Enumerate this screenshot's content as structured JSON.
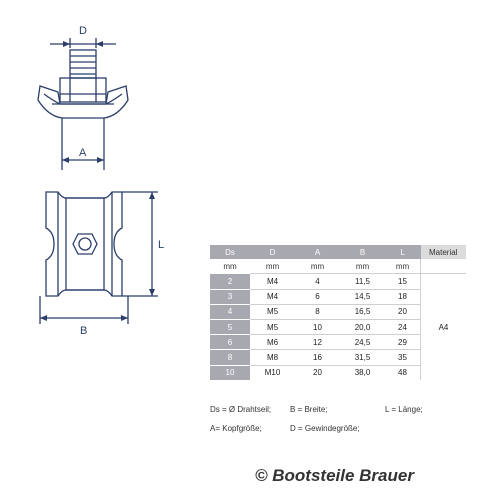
{
  "drawing": {
    "label_d": "D",
    "label_a": "A",
    "label_l": "L",
    "label_b": "B",
    "line_color": "#2b3e6b"
  },
  "table": {
    "headers": [
      "Ds",
      "D",
      "A",
      "B",
      "L",
      "Material"
    ],
    "units": [
      "mm",
      "mm",
      "mm",
      "mm",
      "mm"
    ],
    "rows": [
      [
        "2",
        "M4",
        "4",
        "11,5",
        "15"
      ],
      [
        "3",
        "M4",
        "6",
        "14,5",
        "18"
      ],
      [
        "4",
        "M5",
        "8",
        "16,5",
        "20"
      ],
      [
        "5",
        "M5",
        "10",
        "20,0",
        "24"
      ],
      [
        "6",
        "M6",
        "12",
        "24,5",
        "29"
      ],
      [
        "8",
        "M8",
        "16",
        "31,5",
        "35"
      ],
      [
        "10",
        "M10",
        "20",
        "38,0",
        "48"
      ]
    ],
    "material": "A4"
  },
  "legend": {
    "ds": "Ds = Ø Drahtseil;",
    "b": "B = Breite;",
    "l": "L = Länge;",
    "a": "A= Kopfgröße;",
    "d": "D = Gewindegröße;"
  },
  "footer": "© Bootsteile Brauer"
}
